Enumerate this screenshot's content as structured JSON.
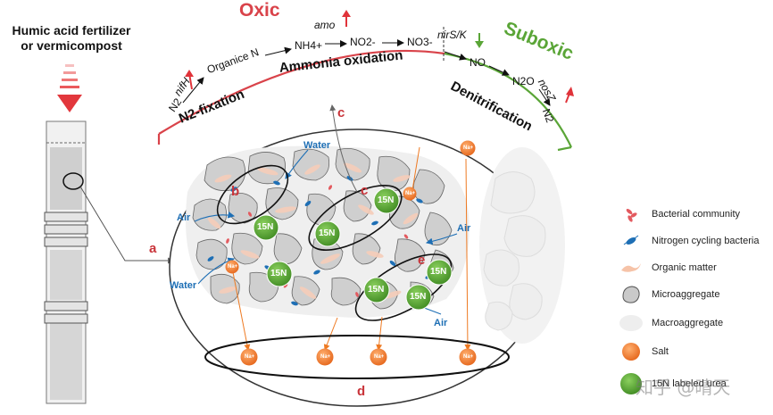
{
  "source_label": "Humic acid fertilizer\nor vermicompost",
  "zones": {
    "oxic": "Oxic",
    "suboxic": "Suboxic"
  },
  "processes": {
    "n2_fixation": "N2-fixation",
    "ammonia_oxidation": "Ammonia oxidation",
    "denitrification": "Denitrification"
  },
  "chemicals": {
    "n2_left": "N2",
    "organic_n": "Organice N",
    "nh4": "NH4+",
    "no2": "NO2-",
    "no3": "NO3-",
    "no": "NO",
    "n2o": "N2O",
    "n2_right": "N2"
  },
  "genes": {
    "nifh": "nifH",
    "amo": "amo",
    "nirsk": "nirS/K",
    "nosz": "nosZ"
  },
  "flows": {
    "water_top": "Water",
    "air_left": "Air",
    "water_left": "Water",
    "air_right": "Air",
    "air_bottom": "Air"
  },
  "sub_labels": {
    "a": "a",
    "b": "b",
    "c_top": "c",
    "c_mid": "c",
    "e": "e",
    "d": "d"
  },
  "isotope_label": "15N",
  "salt_label": "Na+",
  "legend": [
    {
      "icon": "bacterial-community-icon",
      "label": "Bacterial community"
    },
    {
      "icon": "nitrogen-cycling-bacteria-icon",
      "label": "Nitrogen cycling bacteria"
    },
    {
      "icon": "organic-matter-icon",
      "label": "Organic matter"
    },
    {
      "icon": "microaggregate-icon",
      "label": "Microaggregate"
    },
    {
      "icon": "macroaggregate-icon",
      "label": "Macroaggregate"
    },
    {
      "icon": "salt-icon",
      "label": "Salt"
    },
    {
      "icon": "labeled-urea-icon",
      "label": "15N labeled urea"
    }
  ],
  "watermark": "知乎 @晴天",
  "colors": {
    "oxic": "#d9434a",
    "suboxic": "#5aa537",
    "flow": "#1e6fb5",
    "salt": "#ee7a22",
    "isotope": "#4f9a2b",
    "up_arrow": "#e0333a",
    "down_arrow": "#5aa537"
  }
}
